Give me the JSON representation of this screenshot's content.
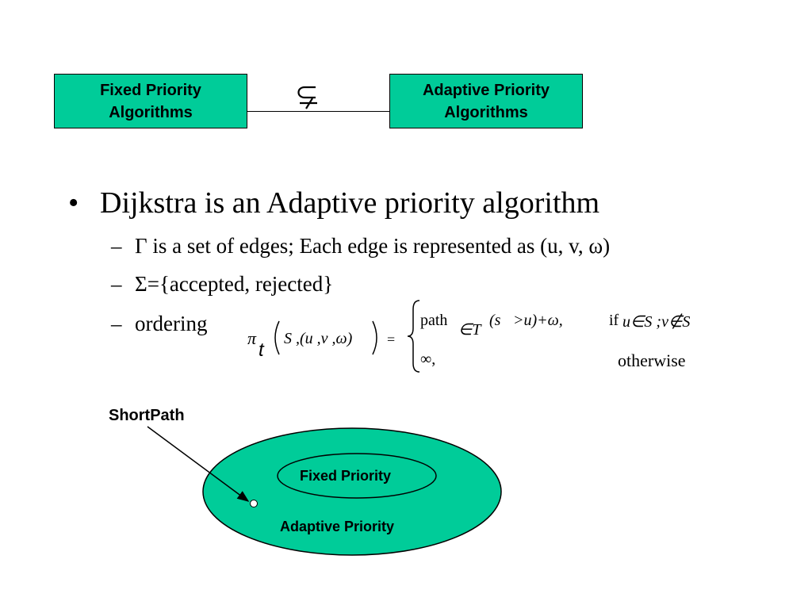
{
  "top_diagram": {
    "left_box_line1": "Fixed Priority",
    "left_box_line2": "Algorithms",
    "right_box_line1": "Adaptive Priority",
    "right_box_line2": "Algorithms",
    "relation_icon": "proper-subset-icon"
  },
  "bullets": {
    "main": "Dijkstra is an Adaptive priority algorithm",
    "sub1": "Γ is a set of edges; Each edge is represented as (u, v, ω)",
    "sub2": "Σ={accepted, rejected}",
    "sub3": "ordering"
  },
  "formula": {
    "pi": "π",
    "t": "t",
    "args": "S ,(u ,v ,ω)",
    "equals": "=",
    "case1_path": "path",
    "case1_sub": "∈T",
    "case1_expr": "(s⃞>u)+ω,",
    "case1_cond_if": "if",
    "case1_cond": "u∈S ;v∉S",
    "case2_expr": "∞,",
    "case2_cond": "otherwise"
  },
  "venn": {
    "pointer_label": "ShortPath",
    "inner_label": "Fixed Priority",
    "outer_label": "Adaptive Priority",
    "fill_color": "#00cc99"
  }
}
